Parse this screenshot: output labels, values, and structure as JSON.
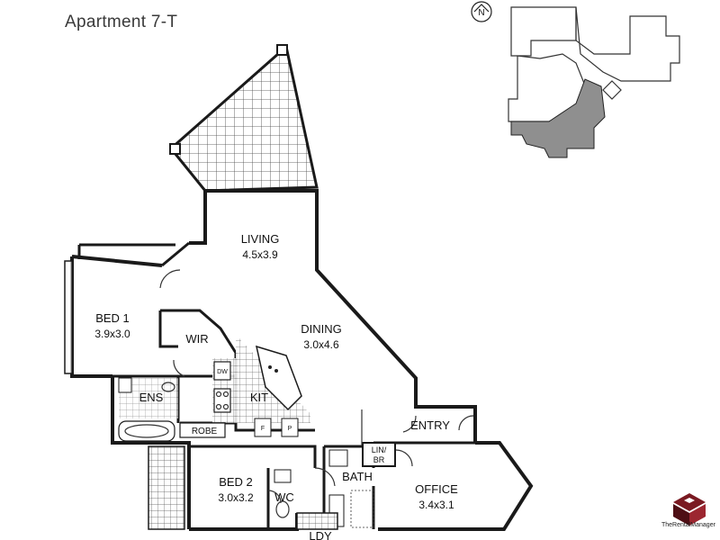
{
  "title": "Apartment 7-T",
  "compass": {
    "icon": "north-arrow-icon",
    "letter": "N"
  },
  "rooms": [
    {
      "id": "living",
      "name": "LIVING",
      "dims": "4.5x3.9"
    },
    {
      "id": "bed1",
      "name": "BED 1",
      "dims": "3.9x3.0"
    },
    {
      "id": "dining",
      "name": "DINING",
      "dims": "3.0x4.6"
    },
    {
      "id": "bed2",
      "name": "BED 2",
      "dims": "3.0x3.2"
    },
    {
      "id": "office",
      "name": "OFFICE",
      "dims": "3.4x3.1"
    }
  ],
  "labels": {
    "wir": "WIR",
    "ens": "ENS",
    "kit": "KIT",
    "robe": "ROBE",
    "entry": "ENTRY",
    "lin_br": "LIN/",
    "lin_br2": "BR",
    "bath": "BATH",
    "wc": "WC",
    "ldy": "LDY",
    "dw": "DW",
    "f1": "F",
    "f2": "P"
  },
  "colors": {
    "highlight": "#8f8f8f",
    "wall": "#1a1a1a",
    "logo": "#7a1a22"
  },
  "logo": {
    "icon": "agency-logo-icon",
    "text": "TheRentalManager"
  }
}
